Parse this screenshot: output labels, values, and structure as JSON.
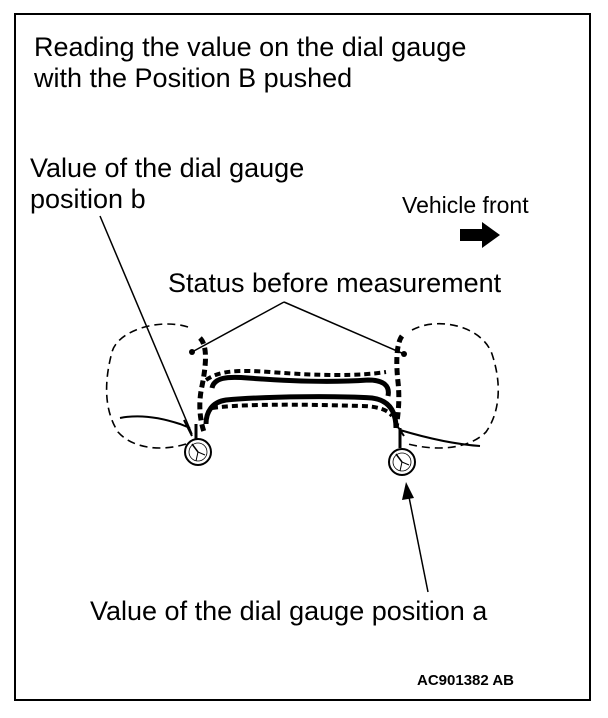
{
  "title": "Reading the value on the dial gauge\nwith the Position B pushed",
  "labels": {
    "position_b": "Value of the dial gauge\nposition b",
    "vehicle_front": "Vehicle front",
    "status_before": "Status before measurement",
    "position_a": "Value of the dial gauge position a"
  },
  "figure_code": "AC901382 AB",
  "icons": {
    "arrow": "right-arrow-icon",
    "gauge": "dial-gauge-icon"
  },
  "colors": {
    "ink": "#000000",
    "background": "#ffffff"
  }
}
